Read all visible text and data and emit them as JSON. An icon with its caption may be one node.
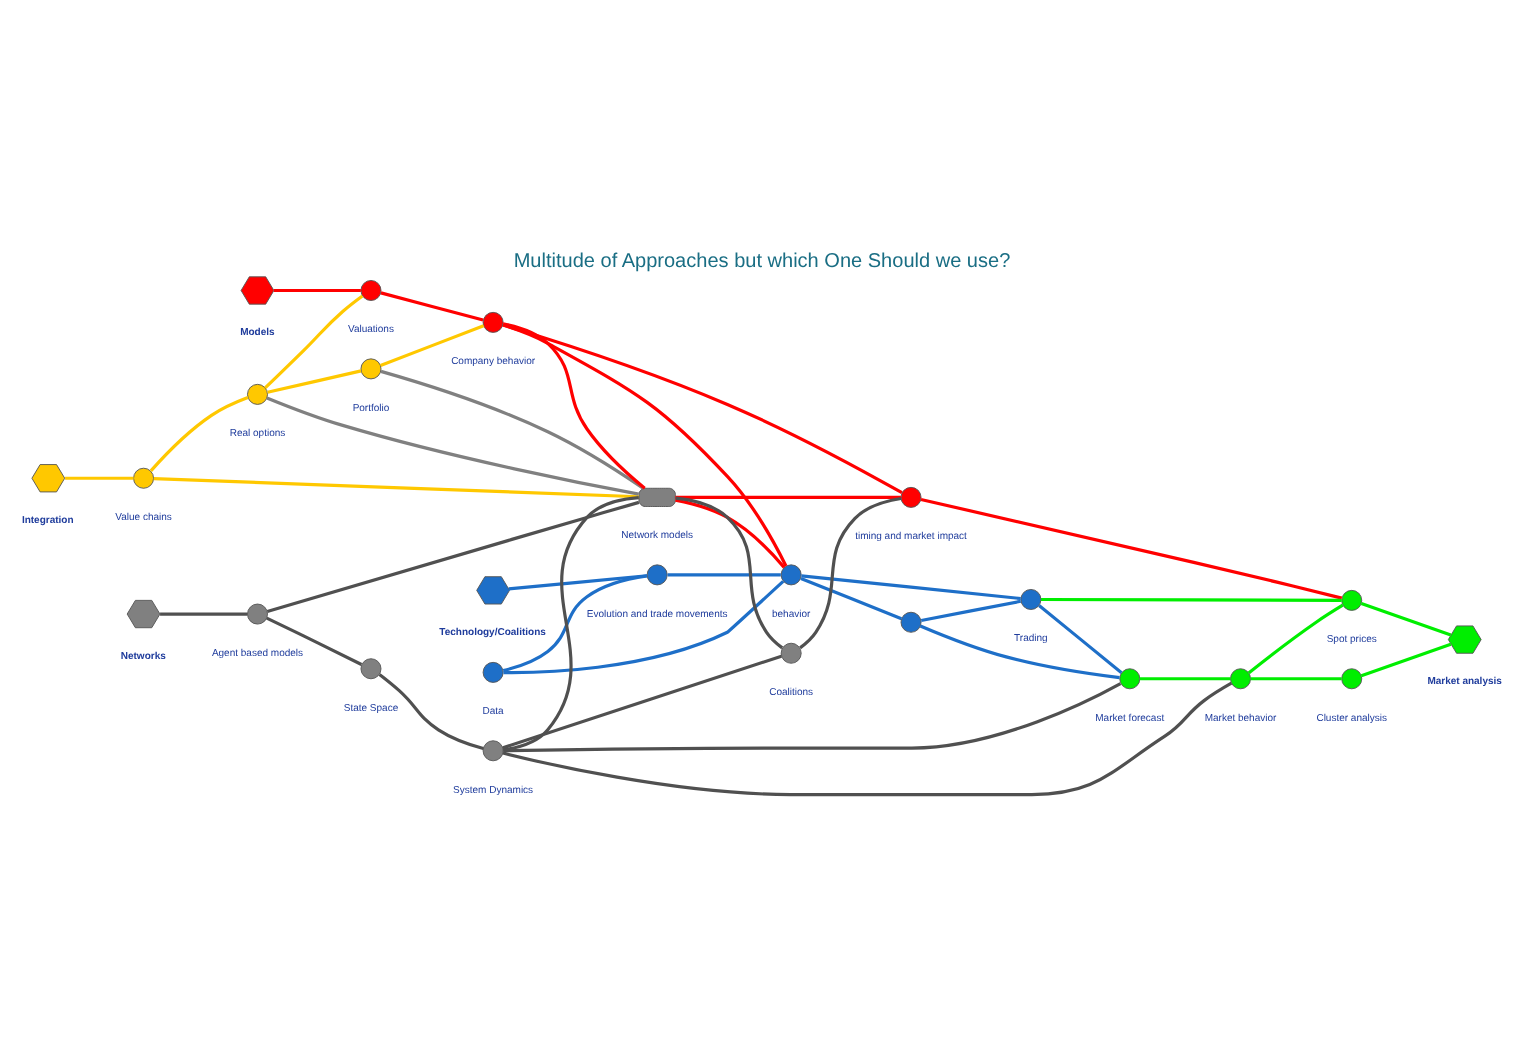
{
  "diagram": {
    "title": "Multitude of Approaches but which One Should we use?",
    "nodes": [
      {
        "text": [],
        "shape": "hexagon",
        "beside": [
          "Integration"
        ]
      },
      {
        "text": [],
        "shape": "circle",
        "beside": [
          "Value chains"
        ]
      },
      {
        "text": [],
        "shape": "circle",
        "beside": [
          "Real options"
        ]
      },
      {
        "text": [],
        "shape": "circle",
        "beside": [
          "Portfolio"
        ]
      },
      {
        "text": [],
        "shape": "hexagon",
        "beside": [
          "Models"
        ]
      },
      {
        "text": [],
        "shape": "circle",
        "beside": [
          "Valuations"
        ]
      },
      {
        "text": [],
        "shape": "circle",
        "beside": [
          "Company behavior"
        ]
      },
      {
        "text": [],
        "shape": "circle",
        "beside": [
          "timing and market impact"
        ]
      },
      {
        "text": [],
        "shape": "hexagon",
        "beside": [
          "Technology/Coalitions"
        ]
      },
      {
        "text": [],
        "shape": "circle",
        "beside": [
          "Data"
        ]
      },
      {
        "text": [],
        "shape": "circle",
        "beside": [
          "Evolution and trade movements"
        ]
      },
      {
        "text": [],
        "shape": "circle",
        "beside": [
          "behavior"
        ]
      },
      {
        "text": [],
        "shape": "circle"
      },
      {
        "text": [],
        "shape": "circle",
        "beside": [
          "Trading"
        ]
      },
      {
        "text": [],
        "shape": "hexagon",
        "beside": [
          "Networks"
        ]
      },
      {
        "text": [],
        "shape": "circle",
        "beside": [
          "Agent based models"
        ]
      },
      {
        "text": [],
        "shape": "box",
        "beside": [
          "Network models"
        ]
      },
      {
        "text": [],
        "shape": "circle",
        "beside": [
          "Coalitions"
        ]
      },
      {
        "text": [],
        "shape": "circle",
        "beside": [
          "State Space"
        ]
      },
      {
        "text": [],
        "shape": "circle",
        "beside": [
          "System Dynamics"
        ]
      },
      {
        "text": [],
        "shape": "circle",
        "beside": [
          "Market forecast"
        ]
      },
      {
        "text": [],
        "shape": "circle",
        "beside": [
          "Spot prices"
        ]
      },
      {
        "text": [],
        "shape": "hexagon",
        "beside": [
          "Market analysis"
        ]
      },
      {
        "text": [],
        "shape": "circle",
        "beside": [
          "Market behavior"
        ]
      },
      {
        "text": [],
        "shape": "circle",
        "beside": [
          "Cluster analysis"
        ]
      }
    ],
    "edges": [
      {
        "from": 0,
        "to": 1,
        "arrow": "none",
        "color": "#ffc800"
      },
      {
        "from": 1,
        "to": 2,
        "arrow": "none",
        "color": "#ffc800"
      },
      {
        "from": 2,
        "to": 3,
        "arrow": "none",
        "color": "#ffc800"
      },
      {
        "from": 3,
        "to": 6,
        "arrow": "none",
        "color": "#ffc800"
      },
      {
        "from": 2,
        "to": 5,
        "arrow": "none",
        "color": "#ffc800"
      },
      {
        "from": 1,
        "to": 16,
        "arrow": "none",
        "color": "#ffc800"
      },
      {
        "from": 2,
        "to": 16,
        "arrow": "none",
        "color": "#808080"
      },
      {
        "from": 3,
        "to": 16,
        "arrow": "none",
        "color": "#808080"
      },
      {
        "from": 14,
        "to": 15,
        "arrow": "none",
        "color": "#505050"
      },
      {
        "from": 15,
        "to": 16,
        "arrow": "none",
        "color": "#505050"
      },
      {
        "from": 15,
        "to": 18,
        "arrow": "none",
        "color": "#505050"
      },
      {
        "from": 18,
        "to": 19,
        "arrow": "none",
        "color": "#505050"
      },
      {
        "from": 19,
        "to": 16,
        "arrow": "none",
        "color": "#505050"
      },
      {
        "from": 16,
        "to": 17,
        "arrow": "none",
        "color": "#505050"
      },
      {
        "from": 19,
        "to": 17,
        "arrow": "none",
        "color": "#505050"
      },
      {
        "from": 17,
        "to": 7,
        "arrow": "none",
        "color": "#505050"
      },
      {
        "from": 19,
        "to": 20,
        "arrow": "none",
        "color": "#505050"
      },
      {
        "from": 19,
        "to": 23,
        "arrow": "none",
        "color": "#505050"
      },
      {
        "from": 4,
        "to": 5,
        "arrow": "none",
        "color": "#ff0000"
      },
      {
        "from": 5,
        "to": 6,
        "arrow": "none",
        "color": "#ff0000"
      },
      {
        "from": 6,
        "to": 16,
        "arrow": "none",
        "color": "#ff0000"
      },
      {
        "from": 6,
        "to": 11,
        "arrow": "none",
        "color": "#ff0000"
      },
      {
        "from": 16,
        "to": 11,
        "arrow": "none",
        "color": "#ff0000"
      },
      {
        "from": 16,
        "to": 7,
        "arrow": "none",
        "color": "#ff0000"
      },
      {
        "from": 6,
        "to": 7,
        "arrow": "none",
        "color": "#ff0000"
      },
      {
        "from": 7,
        "to": 21,
        "arrow": "none",
        "color": "#ff0000"
      },
      {
        "from": 8,
        "to": 10,
        "arrow": "none",
        "color": "#1e6fc8"
      },
      {
        "from": 9,
        "to": 10,
        "arrow": "none",
        "color": "#1e6fc8"
      },
      {
        "from": 9,
        "to": 11,
        "arrow": "none",
        "color": "#1e6fc8"
      },
      {
        "from": 10,
        "to": 11,
        "arrow": "none",
        "color": "#1e6fc8"
      },
      {
        "from": 11,
        "to": 12,
        "arrow": "none",
        "color": "#1e6fc8"
      },
      {
        "from": 11,
        "to": 13,
        "arrow": "none",
        "color": "#1e6fc8"
      },
      {
        "from": 12,
        "to": 13,
        "arrow": "none",
        "color": "#1e6fc8"
      },
      {
        "from": 12,
        "to": 20,
        "arrow": "none",
        "color": "#1e6fc8"
      },
      {
        "from": 13,
        "to": 20,
        "arrow": "none",
        "color": "#1e6fc8"
      },
      {
        "from": 13,
        "to": 21,
        "arrow": "none",
        "color": "#00ee00"
      },
      {
        "from": 20,
        "to": 23,
        "arrow": "none",
        "color": "#00ee00"
      },
      {
        "from": 23,
        "to": 21,
        "arrow": "none",
        "color": "#00ee00"
      },
      {
        "from": 23,
        "to": 24,
        "arrow": "none",
        "color": "#00ee00"
      },
      {
        "from": 24,
        "to": 22,
        "arrow": "none",
        "color": "#00ee00"
      },
      {
        "from": 21,
        "to": 22,
        "arrow": "none",
        "color": "#00ee00"
      }
    ]
  }
}
